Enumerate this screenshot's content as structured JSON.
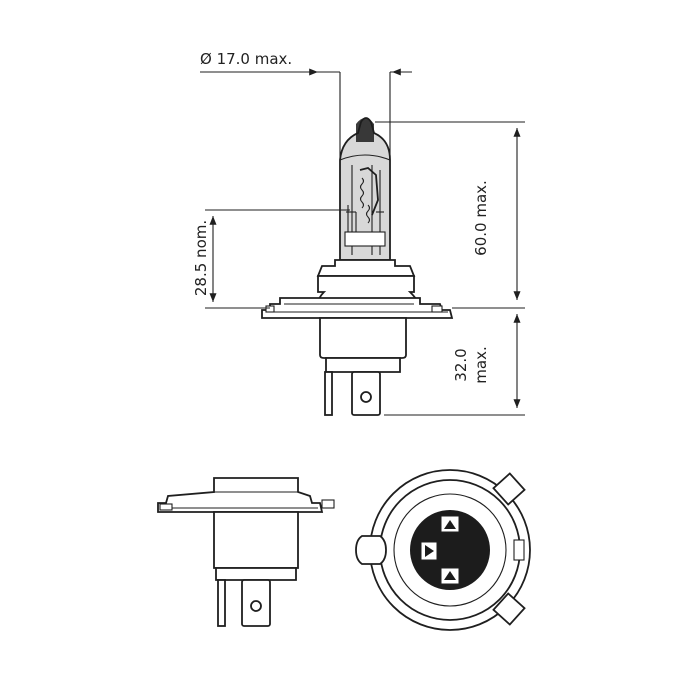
{
  "dimensions": {
    "diameter": "Ø 17.0 max.",
    "overall_length": "60.0 max.",
    "light_center": "28.5 nom.",
    "base_length_value": "32.0",
    "base_length_suffix": "max."
  },
  "colors": {
    "line": "#1f1f1f",
    "glass_tint": "#d8d8d8",
    "socket_dark": "#1c1c1c"
  }
}
